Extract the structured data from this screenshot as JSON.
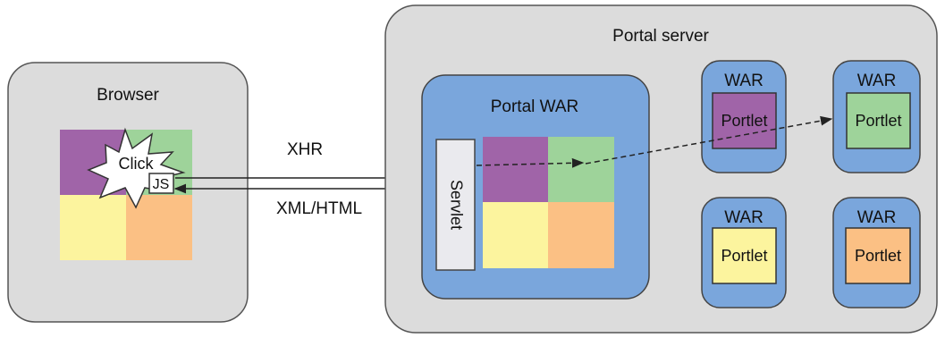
{
  "browser": {
    "title": "Browser",
    "click_label": "Click",
    "js_label": "JS"
  },
  "arrows": {
    "request_label": "XHR",
    "response_label": "XML/HTML"
  },
  "portal_server": {
    "title": "Portal server",
    "portal_war": {
      "title": "Portal WAR",
      "servlet_label": "Servlet"
    },
    "wars": [
      {
        "label": "WAR",
        "portlet_label": "Portlet",
        "portlet_color": "#a064a8"
      },
      {
        "label": "WAR",
        "portlet_label": "Portlet",
        "portlet_color": "#9ed39a"
      },
      {
        "label": "WAR",
        "portlet_label": "Portlet",
        "portlet_color": "#fcf49e"
      },
      {
        "label": "WAR",
        "portlet_label": "Portlet",
        "portlet_color": "#fbc084"
      }
    ]
  },
  "colors": {
    "purple": "#a064a8",
    "green": "#9ed39a",
    "yellow": "#fcf49e",
    "orange": "#fbc084",
    "war_blue": "#7aa6dc",
    "container_gray": "#dcdcdc"
  }
}
